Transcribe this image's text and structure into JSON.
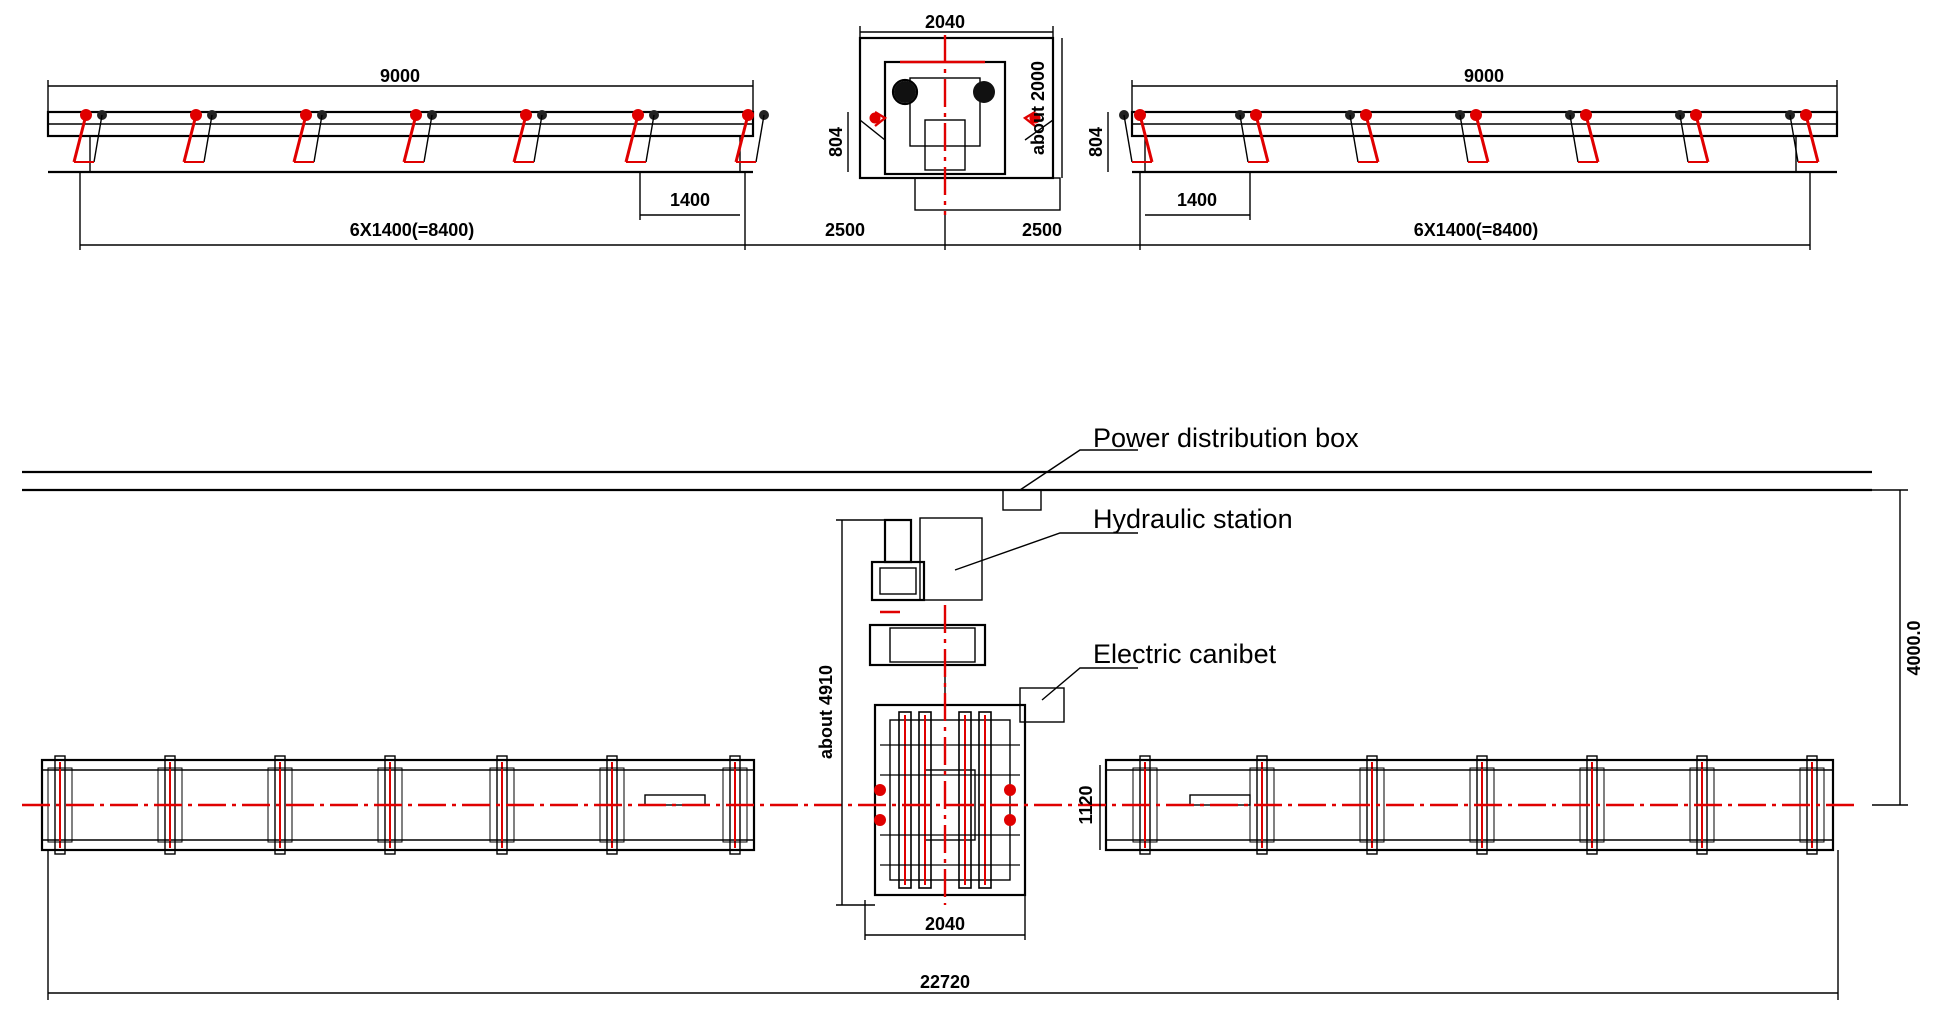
{
  "colors": {
    "line": "#000000",
    "accent": "#e00000",
    "background": "#ffffff"
  },
  "top_view": {
    "left_conveyor": {
      "overall": "9000",
      "pitch_total": "6X1400(=8400)",
      "roller_pitch": "1400",
      "height": "804"
    },
    "machine": {
      "width": "2040",
      "height": "about 2000",
      "height_side": "804",
      "offset_left": "2500",
      "offset_right": "2500"
    },
    "right_conveyor": {
      "overall": "9000",
      "pitch_total": "6X1400(=8400)",
      "roller_pitch": "1400",
      "height": "804"
    }
  },
  "plan_view": {
    "labels": {
      "power_box": "Power distribution box",
      "hydraulic": "Hydraulic station",
      "cabinet": "Electric canibet"
    },
    "dims": {
      "machine_length": "about 4910",
      "machine_width": "2040",
      "conveyor_width": "1120",
      "wall_distance": "4000.0",
      "overall_length": "22720"
    }
  }
}
